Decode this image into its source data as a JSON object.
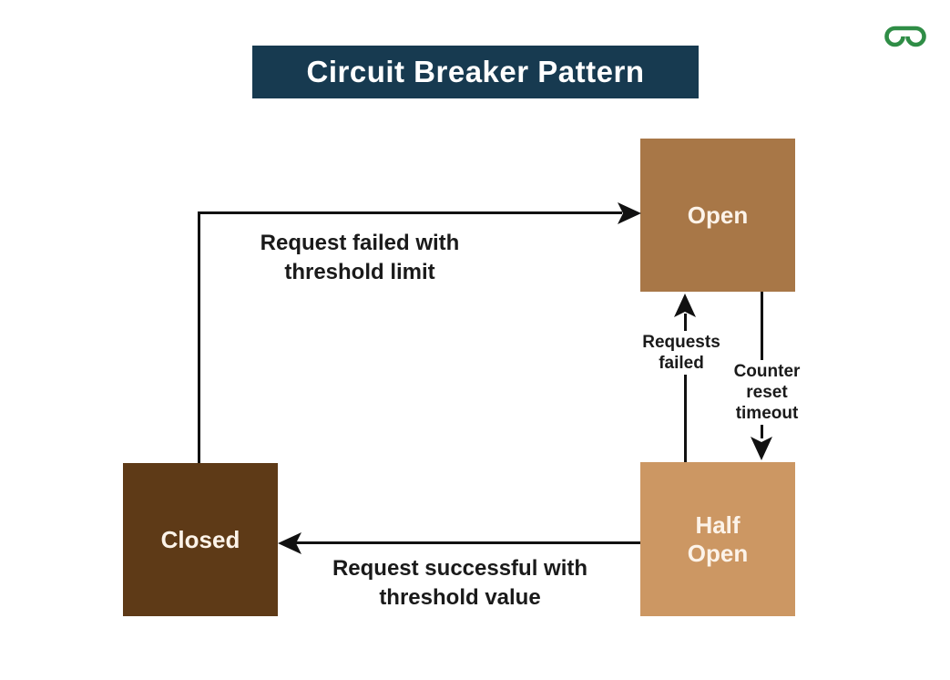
{
  "title": "Circuit Breaker Pattern",
  "logo": {
    "icon": "geeksforgeeks-logo",
    "color": "#2F8D46"
  },
  "colors": {
    "background": "#FFFFFF",
    "banner_bg": "#173A50",
    "banner_text": "#FFFFFF",
    "open_box": "#A87747",
    "closed_box": "#5E3A17",
    "half_open_box": "#CC9763",
    "box_text": "#FCF3E9",
    "arrow": "#111111",
    "label_text": "#1A1A1A"
  },
  "states": {
    "open": {
      "label": "Open"
    },
    "closed": {
      "label": "Closed"
    },
    "half_open": {
      "line1": "Half",
      "line2": "Open"
    }
  },
  "transitions": {
    "closed_to_open": {
      "line1": "Request failed with",
      "line2": "threshold limit"
    },
    "half_open_to_open": {
      "line1": "Requests",
      "line2": "failed"
    },
    "open_to_half_open": {
      "line1": "Counter",
      "line2": "reset",
      "line3": "timeout"
    },
    "half_open_to_closed": {
      "line1": "Request successful with",
      "line2": "threshold value"
    }
  }
}
